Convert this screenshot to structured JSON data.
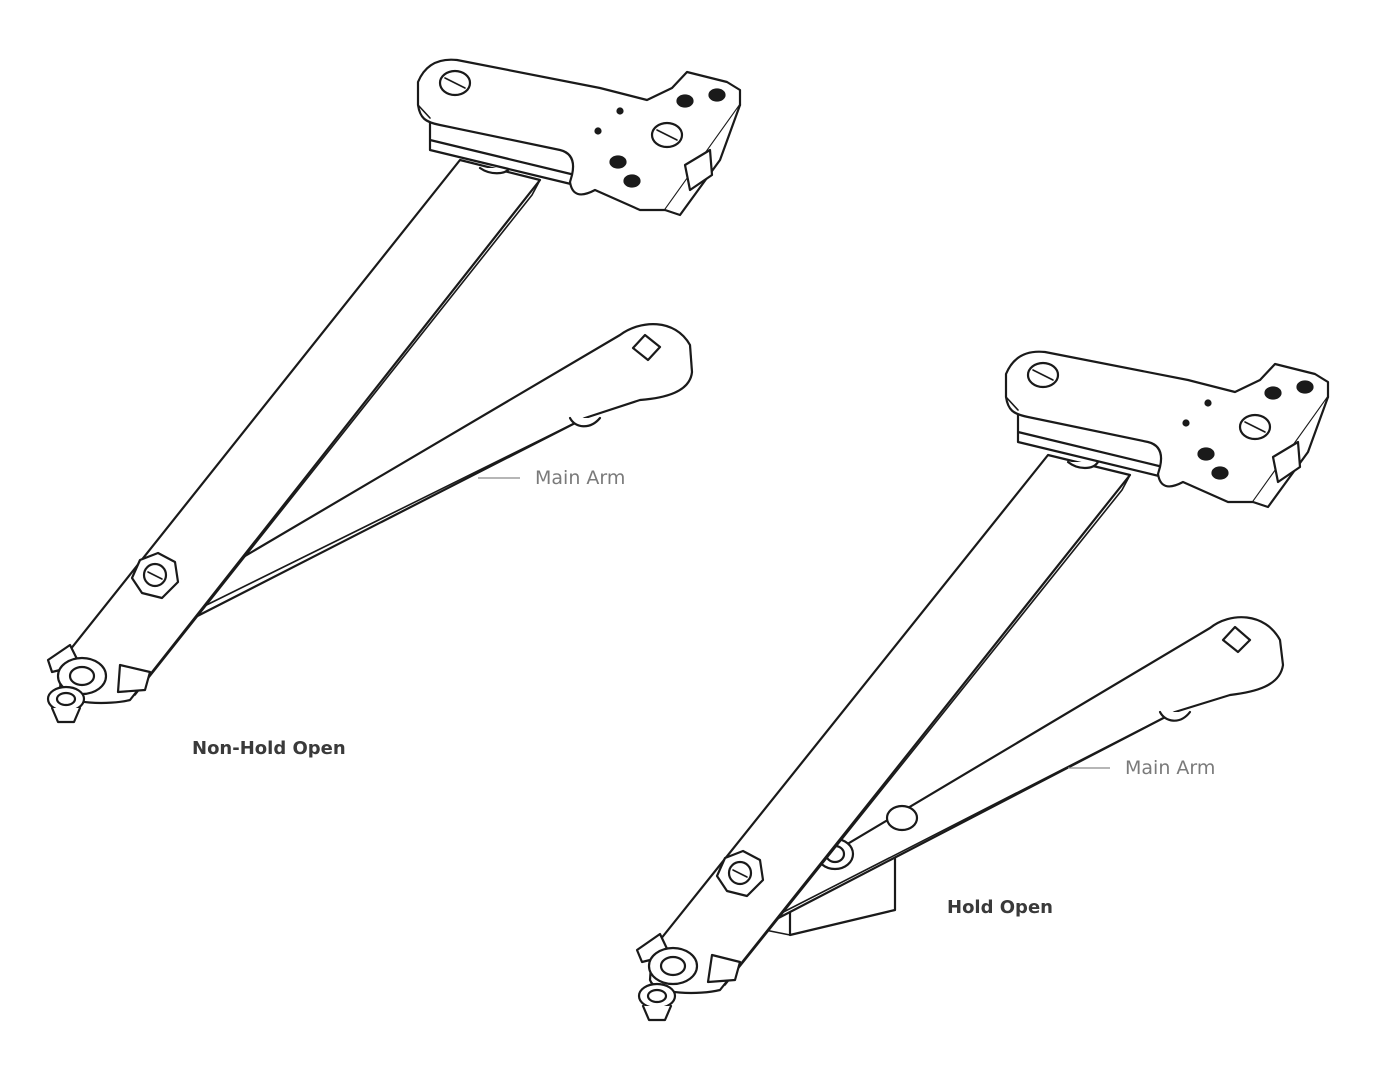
{
  "figures": [
    {
      "title": "Non-Hold Open",
      "callout": "Main Arm"
    },
    {
      "title": "Hold Open",
      "callout": "Main Arm"
    }
  ],
  "colors": {
    "line": "#1a1a1a",
    "leader": "#8a8a8a",
    "label": "#3a3a3a",
    "callout": "#7a7a7a"
  }
}
